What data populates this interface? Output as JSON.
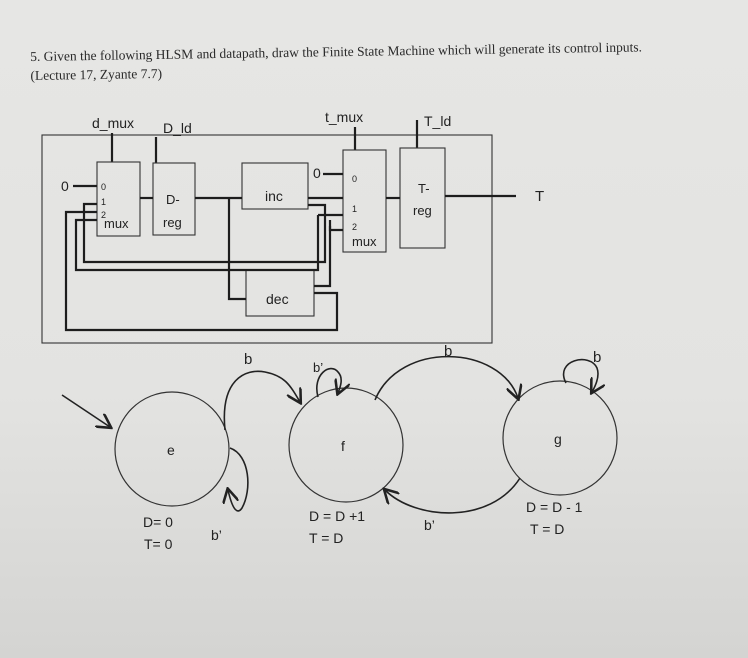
{
  "question": {
    "line1": "5. Given the following HLSM and datapath, draw the Finite State Machine which will generate its control inputs.",
    "line2": "(Lecture 17, Zyante 7.7)"
  },
  "datapath": {
    "signals": {
      "d_mux": "d_mux",
      "d_ld": "D_ld",
      "t_mux": "t_mux",
      "t_ld": "T_ld"
    },
    "d_mux": {
      "input0": "0",
      "pin0": "0",
      "pin1": "1",
      "pin2": "2",
      "label": "mux"
    },
    "d_reg": {
      "line1": "D-",
      "line2": "reg"
    },
    "inc": {
      "label": "inc"
    },
    "t_mux": {
      "input0": "0",
      "pin0": "0",
      "pin1": "1",
      "pin2": "2",
      "label": "mux"
    },
    "t_reg": {
      "line1": "T-",
      "line2": "reg"
    },
    "dec": {
      "label": "dec"
    },
    "output": "T"
  },
  "hlsm": {
    "states": [
      {
        "name": "e",
        "actions": [
          "D= 0",
          "T= 0"
        ]
      },
      {
        "name": "f",
        "actions": [
          "D = D +1",
          "T = D"
        ]
      },
      {
        "name": "g",
        "actions": [
          "D = D - 1",
          "T = D"
        ]
      }
    ],
    "transitions": {
      "e_to_f": "b",
      "e_self": "b’",
      "f_self": "b’",
      "f_to_g": "b",
      "g_to_f": "b’",
      "g_self": "b"
    }
  }
}
